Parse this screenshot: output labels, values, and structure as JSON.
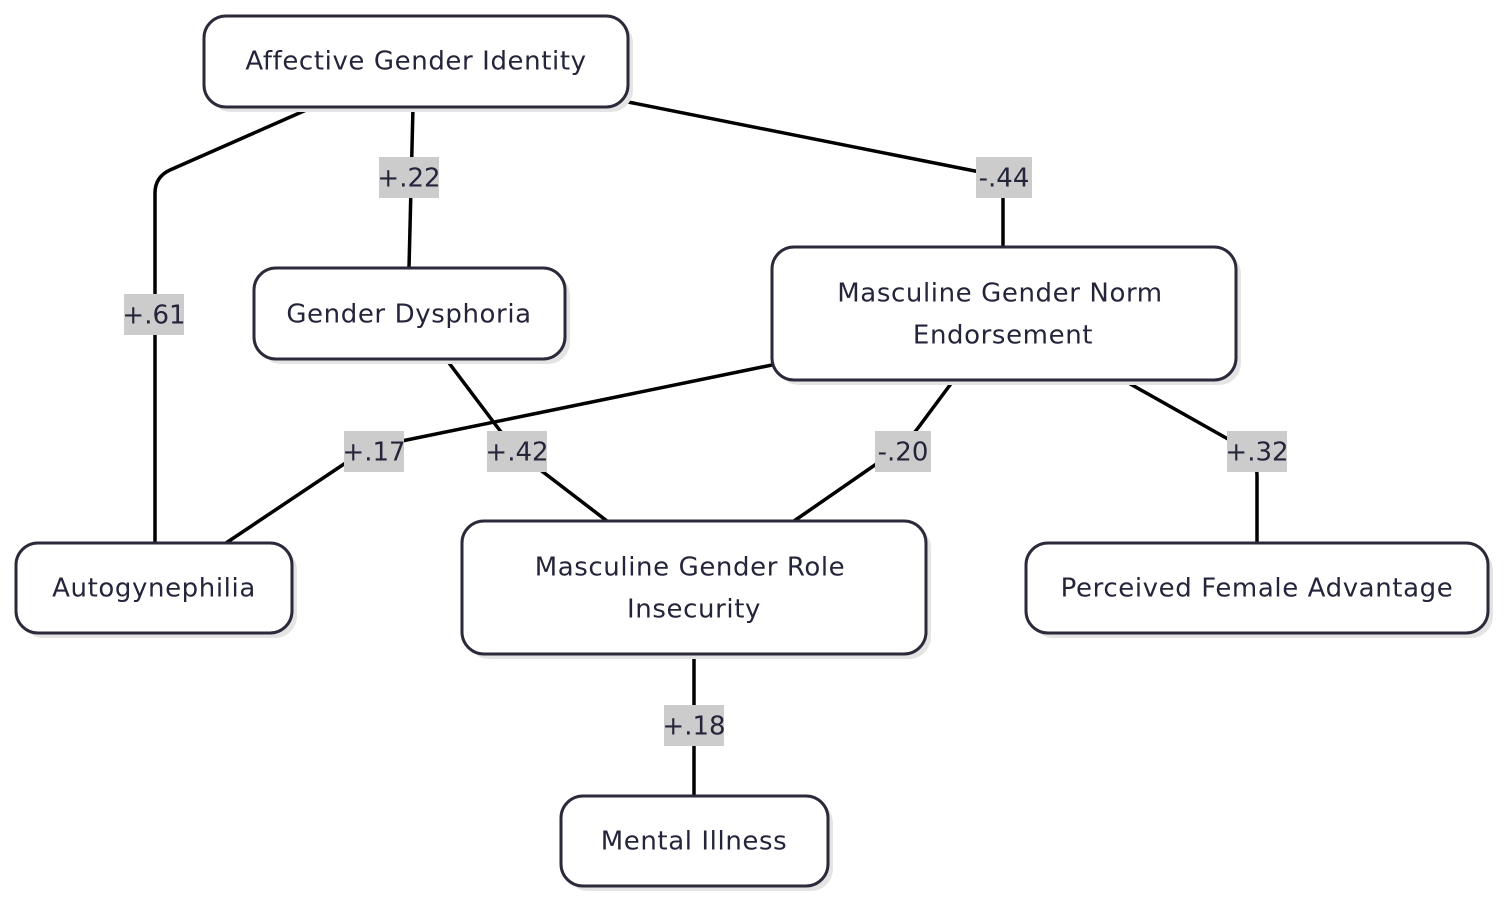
{
  "diagram": {
    "nodes": {
      "affective": "Affective Gender Identity",
      "dysphoria": "Gender Dysphoria",
      "mgne_1": "Masculine Gender Norm",
      "mgne_2": "Endorsement",
      "autogynephilia": "Autogynephilia",
      "mgri_1": "Masculine Gender Role",
      "mgri_2": "Insecurity",
      "pfa": "Perceived Female Advantage",
      "mental": "Mental Illness"
    },
    "edges": {
      "affective_autogynephilia": "+.61",
      "affective_dysphoria": "+.22",
      "affective_mgne": "-.44",
      "mgne_autogynephilia": "+.17",
      "dysphoria_mgri": "+.42",
      "mgne_mgri": "-.20",
      "mgne_pfa": "+.32",
      "mgri_mental": "+.18"
    },
    "colors": {
      "line": "#000000",
      "node_border": "#2a2a3a",
      "node_fill": "#ffffff",
      "label_bg": "#cccccc",
      "text": "#24243a"
    }
  }
}
